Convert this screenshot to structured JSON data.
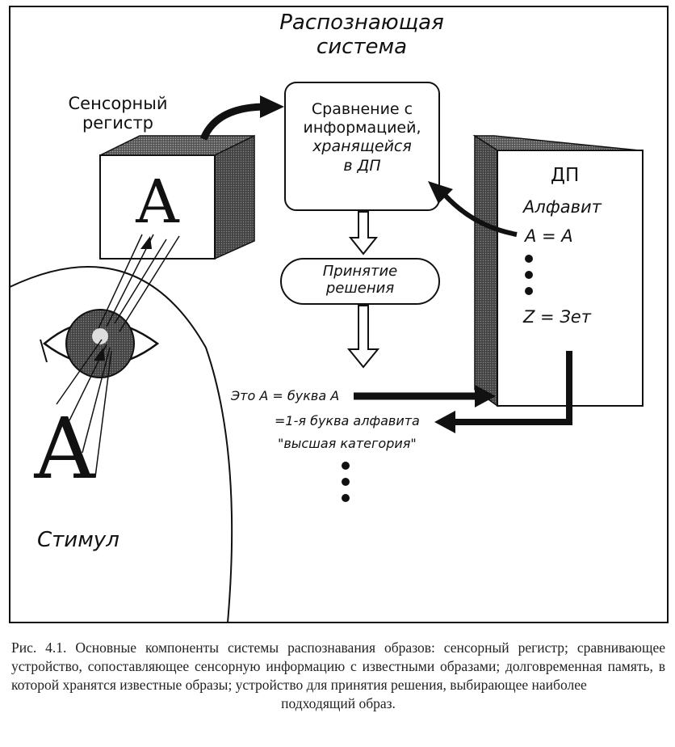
{
  "diagram": {
    "title_line1": "Распознающая",
    "title_line2": "система",
    "sensory_register_line1": "Сенсорный",
    "sensory_register_line2": "регистр",
    "register_letter": "A",
    "comparison_line1": "Сравнение с",
    "comparison_line2": "информацией,",
    "comparison_line3": "хранящейся",
    "comparison_line4": "в ДП",
    "decision_line1": "Принятие",
    "decision_line2": "решения",
    "ltm_label": "ДП",
    "alphabet_label": "Алфавит",
    "alphabet_entry_first": "A = A",
    "alphabet_entry_last": "Z = Зет",
    "output_line1": "Это A = буква A",
    "output_line2": "=1-я буква алфавита",
    "output_line3": "\"высшая категория\"",
    "stimulus_letter": "A",
    "stimulus_label": "Стимул"
  },
  "caption": {
    "text": "Рис. 4.1. Основные компоненты системы распознавания образов: сенсорный регистр; сравнивающее устройство, сопоставляющее сенсорную информацию с известными образами; долговременная память, в которой хранятся известные образы; устройство для принятия решения, выбирающее наиболее",
    "last_line": "подходящий образ."
  },
  "colors": {
    "ink": "#111111",
    "shade": "#333333",
    "paper": "#ffffff"
  }
}
